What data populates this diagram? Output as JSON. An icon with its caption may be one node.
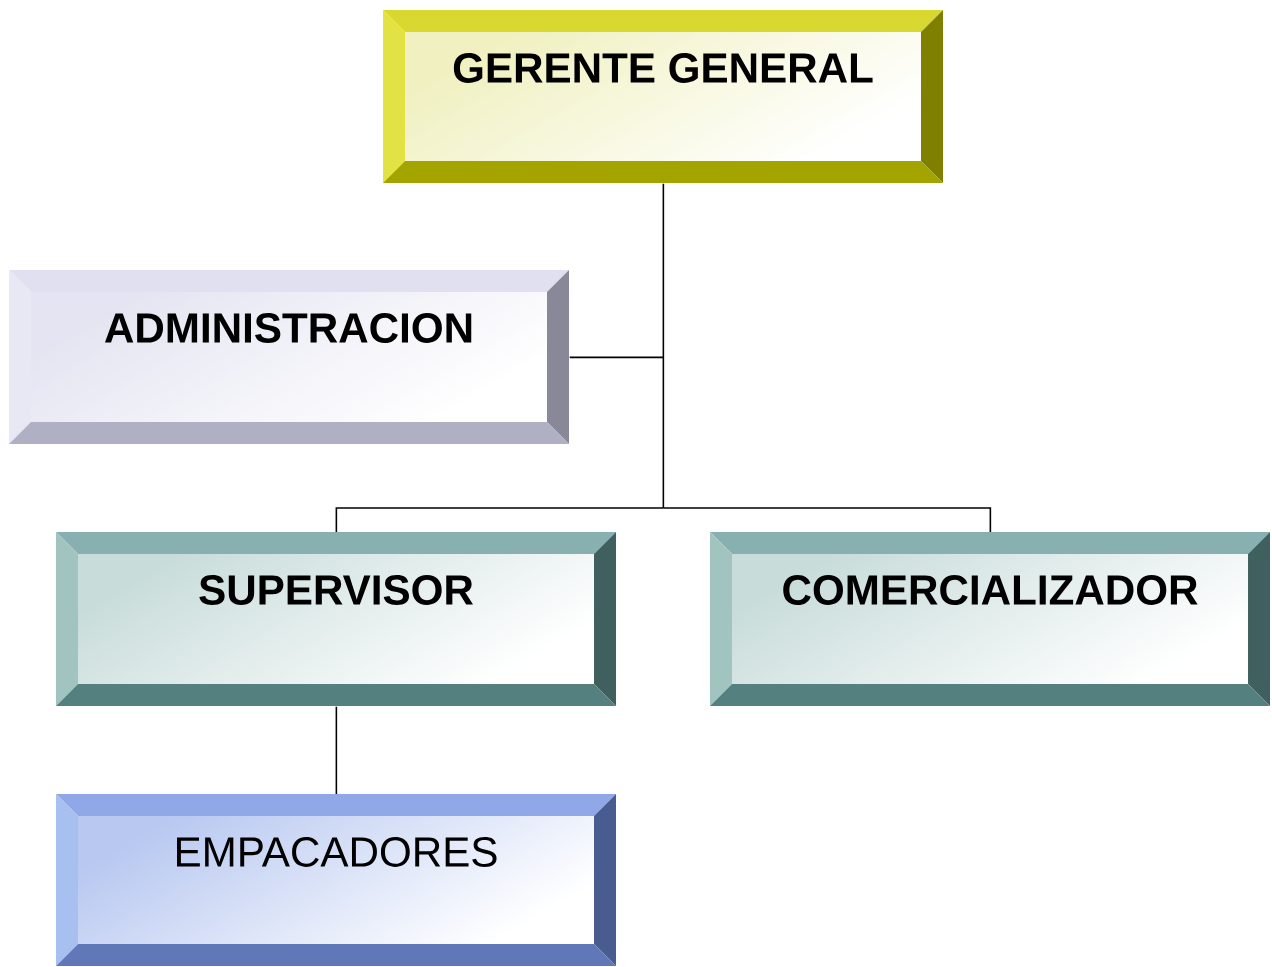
{
  "diagram": {
    "nodes": [
      {
        "text": [
          "GERENTE GENERAL"
        ]
      },
      {
        "text": [
          "ADMINISTRACION"
        ]
      },
      {
        "text": [
          "SUPERVISOR"
        ]
      },
      {
        "text": [
          "COMERCIALIZADOR"
        ]
      },
      {
        "text": [
          "EMPACADORES"
        ]
      }
    ],
    "edges": [
      {
        "from": 0,
        "to": 1,
        "arrow": "none"
      },
      {
        "from": 0,
        "to": 2,
        "arrow": "none"
      },
      {
        "from": 0,
        "to": 3,
        "arrow": "none"
      },
      {
        "from": 2,
        "to": 4,
        "arrow": "none"
      }
    ]
  }
}
